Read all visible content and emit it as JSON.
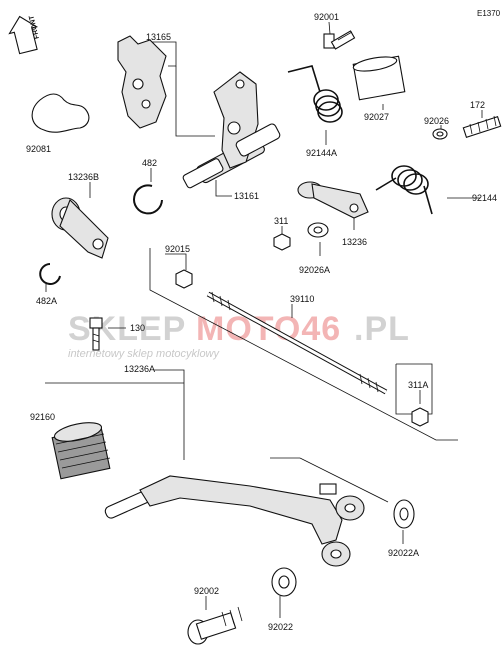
{
  "diagram_code": "E1370",
  "front_label": "FRONT",
  "watermark": {
    "brand_left": "SKLEP",
    "brand_accent": "MOTO46",
    "brand_right": ".PL",
    "tagline": "internetowy sklep motocyklowy"
  },
  "parts": [
    {
      "id": "p-92001",
      "label": "92001"
    },
    {
      "id": "p-13165",
      "label": "13165"
    },
    {
      "id": "p-92081",
      "label": "92081"
    },
    {
      "id": "p-92027",
      "label": "92027"
    },
    {
      "id": "p-172",
      "label": "172"
    },
    {
      "id": "p-92026",
      "label": "92026"
    },
    {
      "id": "p-92144A",
      "label": "92144A"
    },
    {
      "id": "p-482",
      "label": "482"
    },
    {
      "id": "p-13161",
      "label": "13161"
    },
    {
      "id": "p-13236B",
      "label": "13236B"
    },
    {
      "id": "p-92144",
      "label": "92144"
    },
    {
      "id": "p-311",
      "label": "311"
    },
    {
      "id": "p-13236",
      "label": "13236"
    },
    {
      "id": "p-92026A",
      "label": "92026A"
    },
    {
      "id": "p-92015",
      "label": "92015"
    },
    {
      "id": "p-39110",
      "label": "39110"
    },
    {
      "id": "p-482A",
      "label": "482A"
    },
    {
      "id": "p-130",
      "label": "130"
    },
    {
      "id": "p-13236A",
      "label": "13236A"
    },
    {
      "id": "p-311A",
      "label": "311A"
    },
    {
      "id": "p-92160",
      "label": "92160"
    },
    {
      "id": "p-92022A",
      "label": "92022A"
    },
    {
      "id": "p-92002",
      "label": "92002"
    },
    {
      "id": "p-92022",
      "label": "92022"
    }
  ]
}
